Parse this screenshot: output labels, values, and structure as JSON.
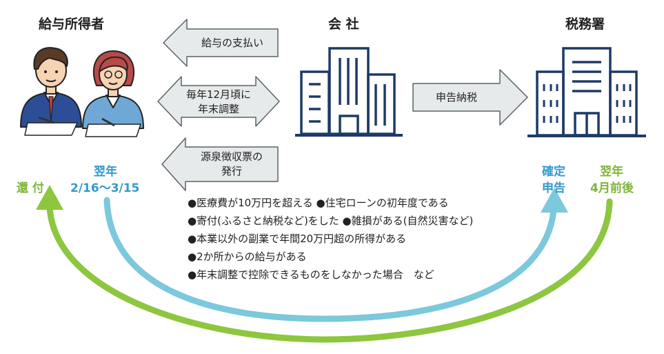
{
  "labels": {
    "employee": "給与所得者",
    "company": "会 社",
    "tax_office": "税務署"
  },
  "arrows": {
    "salary_payment": "給与の支払い",
    "year_end_line1": "毎年12月頃に",
    "year_end_line2": "年末調整",
    "withholding_line1": "源泉徴収票の",
    "withholding_line2": "発行",
    "tax_filing": "申告納税"
  },
  "employee_side": {
    "refund": "還 付",
    "next_year": "翌年",
    "period": "2/16～3/15"
  },
  "tax_office_side": {
    "declaration_line1": "確定",
    "declaration_line2": "申告",
    "next_year": "翌年",
    "timing": "4月前後"
  },
  "cases": [
    "●医療費が10万円を超える ●住宅ローンの初年度である",
    "●寄付(ふるさと納税など)をした ●雑損がある(自然災害など)",
    "●本業以外の副業で年間20万円超の所得がある",
    "●2か所からの給与がある",
    "●年末調整で控除できるものをしなかった場合　など"
  ],
  "colors": {
    "arrow_fill": "#e6eaea",
    "arrow_stroke": "#596266",
    "building": "#1e3a66",
    "refund_green": "#8dc63f",
    "declaration_blue": "#7cc8dc",
    "label_blue": "#3399cc",
    "label_green": "#7fb539"
  },
  "icons": [
    "businessman-icon",
    "businesswoman-icon",
    "company-building-icon",
    "tax-office-building-icon"
  ]
}
